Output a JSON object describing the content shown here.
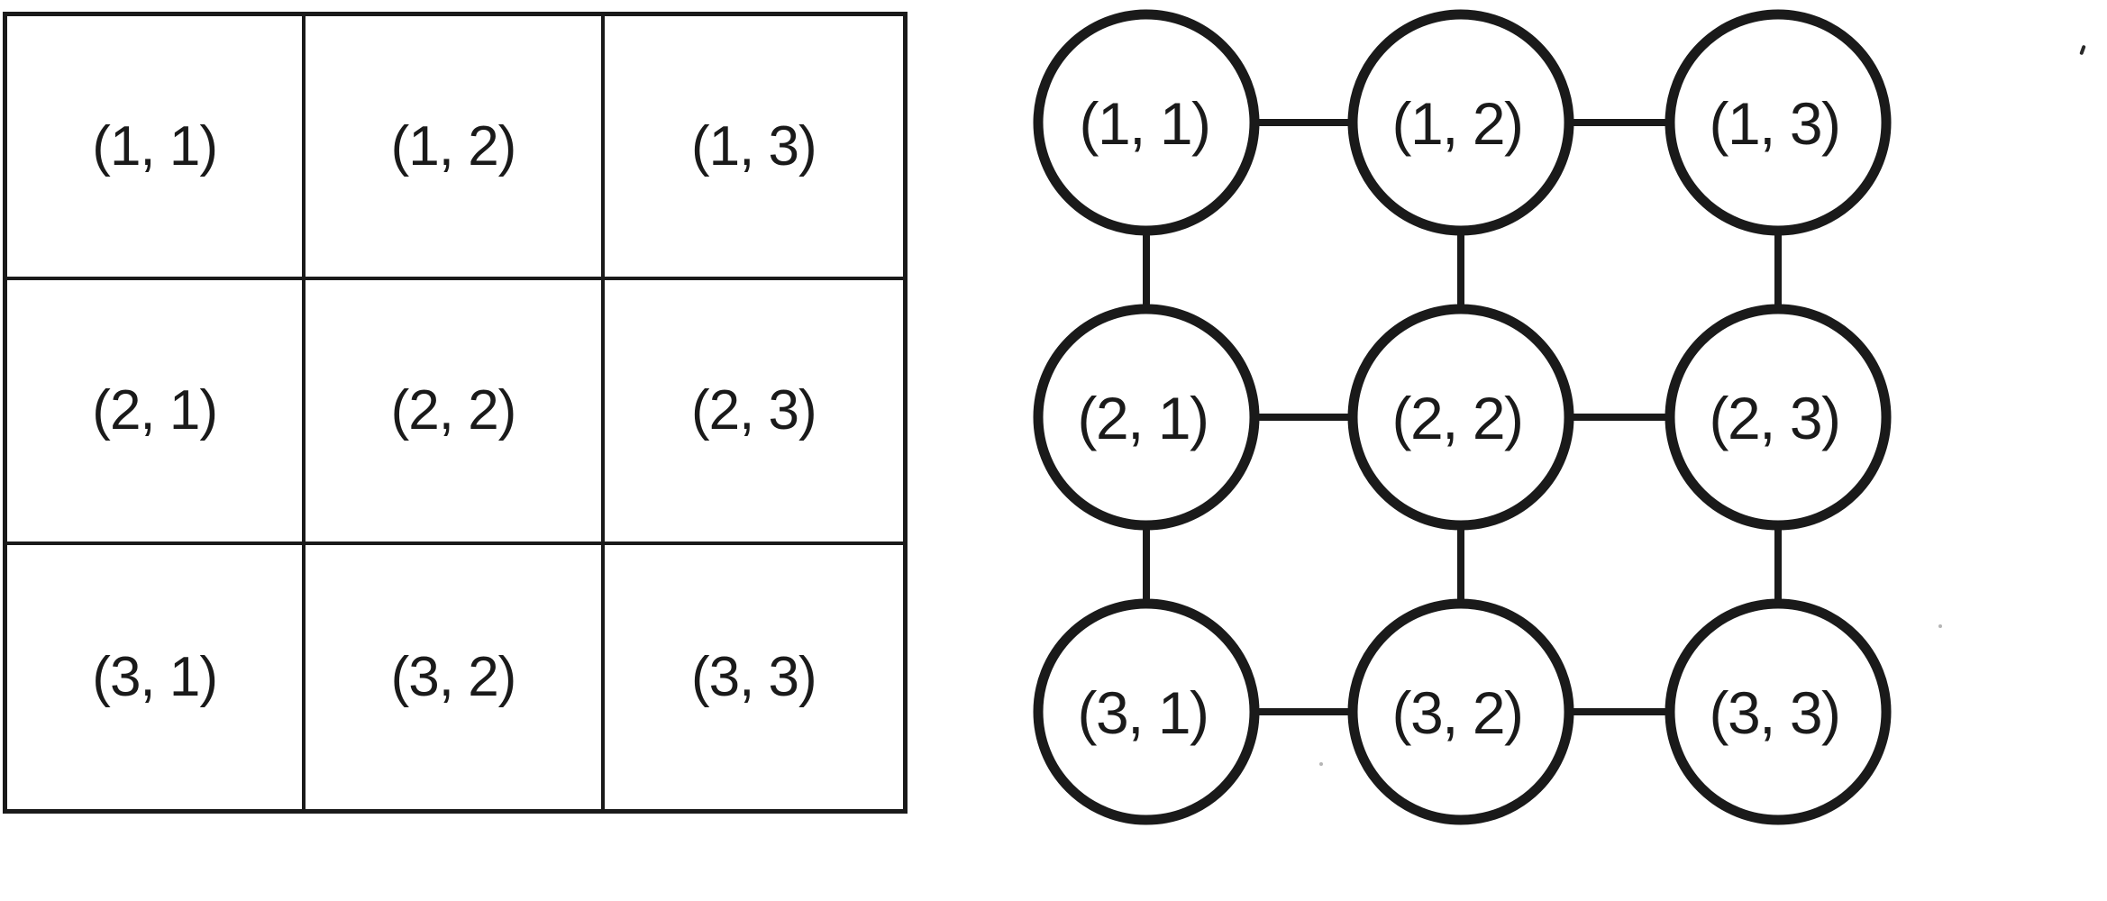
{
  "colors": {
    "ink": "#1a1a1a",
    "background": "#ffffff"
  },
  "grid_table": {
    "rows": 3,
    "columns": 3,
    "cells": [
      [
        "(1, 1)",
        "(1, 2)",
        "(1, 3)"
      ],
      [
        "(2, 1)",
        "(2, 2)",
        "(2, 3)"
      ],
      [
        "(3, 1)",
        "(3, 2)",
        "(3, 3)"
      ]
    ]
  },
  "graph": {
    "type": "grid-graph",
    "nodes": [
      {
        "id": "n11",
        "row": 1,
        "col": 1,
        "label": "(1, 1)"
      },
      {
        "id": "n12",
        "row": 1,
        "col": 2,
        "label": "(1, 2)"
      },
      {
        "id": "n13",
        "row": 1,
        "col": 3,
        "label": "(1, 3)"
      },
      {
        "id": "n21",
        "row": 2,
        "col": 1,
        "label": "(2, 1)"
      },
      {
        "id": "n22",
        "row": 2,
        "col": 2,
        "label": "(2, 2)"
      },
      {
        "id": "n23",
        "row": 2,
        "col": 3,
        "label": "(2, 3)"
      },
      {
        "id": "n31",
        "row": 3,
        "col": 1,
        "label": "(3, 1)"
      },
      {
        "id": "n32",
        "row": 3,
        "col": 2,
        "label": "(3, 2)"
      },
      {
        "id": "n33",
        "row": 3,
        "col": 3,
        "label": "(3, 3)"
      }
    ],
    "edges": [
      {
        "from": "n11",
        "to": "n12"
      },
      {
        "from": "n12",
        "to": "n13"
      },
      {
        "from": "n21",
        "to": "n22"
      },
      {
        "from": "n22",
        "to": "n23"
      },
      {
        "from": "n31",
        "to": "n32"
      },
      {
        "from": "n32",
        "to": "n33"
      },
      {
        "from": "n11",
        "to": "n21"
      },
      {
        "from": "n21",
        "to": "n31"
      },
      {
        "from": "n12",
        "to": "n22"
      },
      {
        "from": "n22",
        "to": "n32"
      },
      {
        "from": "n13",
        "to": "n23"
      },
      {
        "from": "n23",
        "to": "n33"
      }
    ]
  }
}
